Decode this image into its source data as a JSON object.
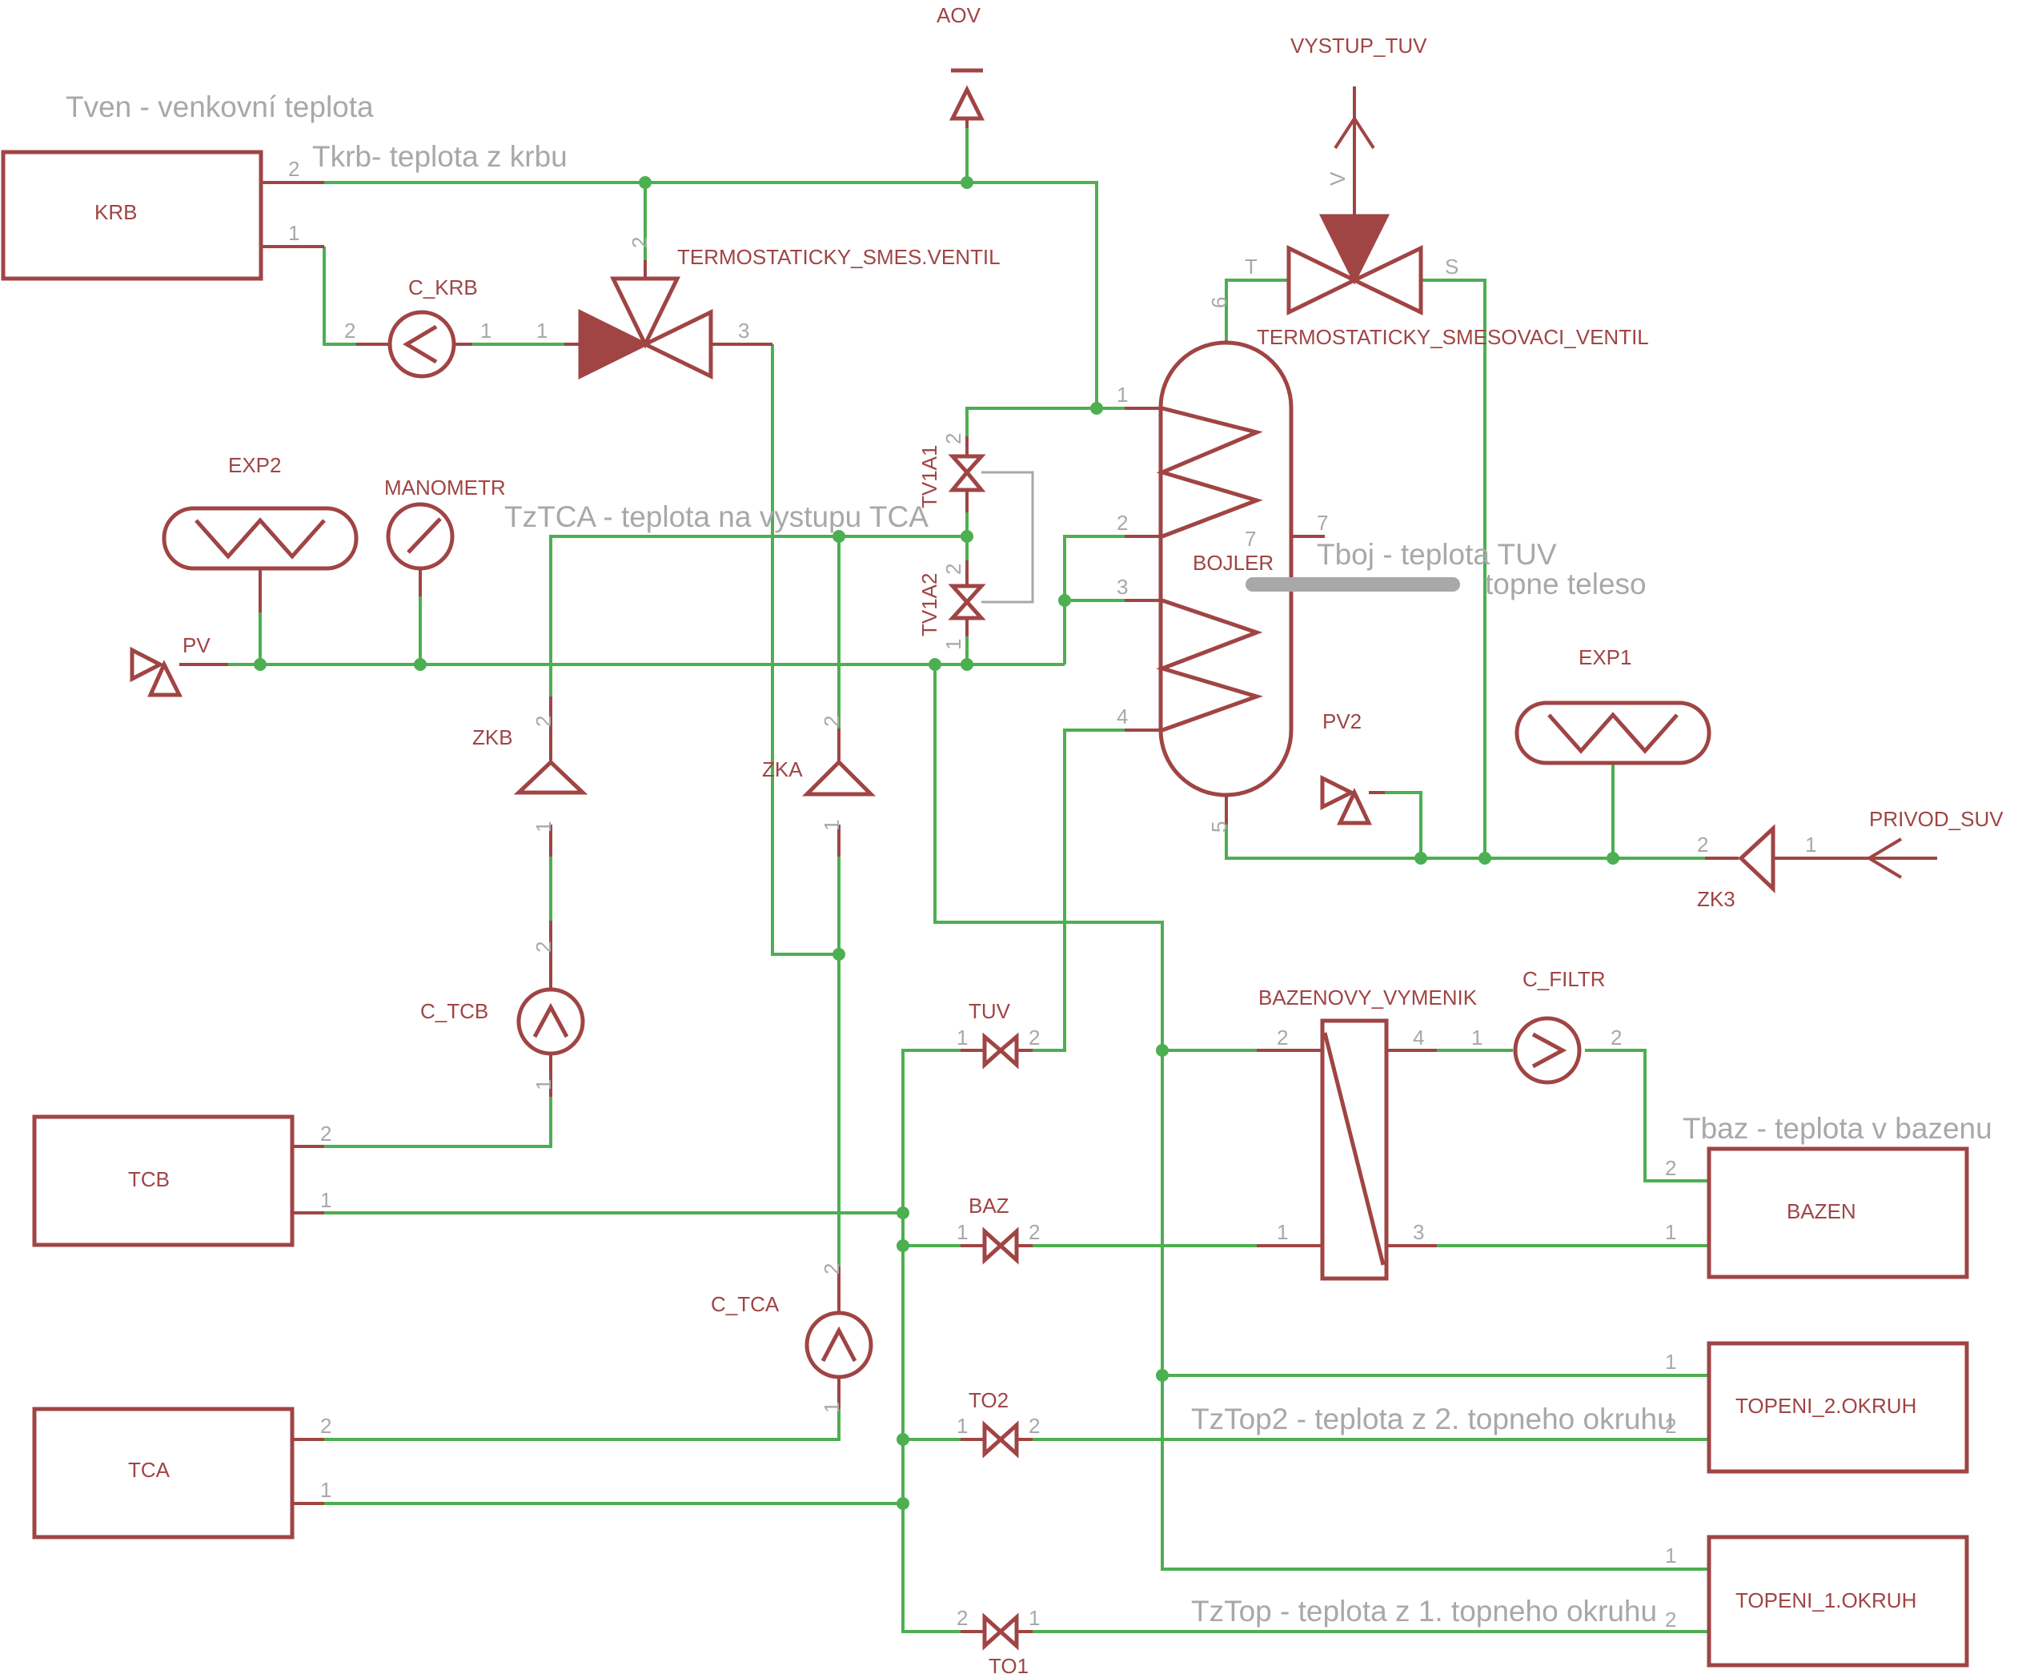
{
  "annotations": {
    "tven": "Tven - venkovní teplota",
    "tkrb": "Tkrb- teplota z krbu",
    "tztca": "TzTCA - teplota na vystupu TCA",
    "tboj": "Tboj - teplota TUV",
    "topne_teleso": "topne teleso",
    "tbaz": "Tbaz - teplota v bazenu",
    "tztop2": "TzTop2 - teplota z 2. topneho okruhu",
    "tztop": "TzTop - teplota z 1. topneho okruhu"
  },
  "components": {
    "aov": "AOV",
    "vystup_tuv": "VYSTUP_TUV",
    "krb": "KRB",
    "c_krb": "C_KRB",
    "smes_ventil": "TERMOSTATICKY_SMES.VENTIL",
    "smesovaci_ventil": "TERMOSTATICKY_SMESOVACI_VENTIL",
    "exp2": "EXP2",
    "manometr": "MANOMETR",
    "pv": "PV",
    "tv1a1": "TV1A1",
    "tv1a2": "TV1A2",
    "bojler": "BOJLER",
    "zkb": "ZKB",
    "zka": "ZKA",
    "pv2": "PV2",
    "exp1": "EXP1",
    "privod_suv": "PRIVOD_SUV",
    "zk3": "ZK3",
    "c_tcb": "C_TCB",
    "tuv": "TUV",
    "bazenovy_vymenik": "BAZENOVY_VYMENIK",
    "c_filtr": "C_FILTR",
    "tcb": "TCB",
    "baz": "BAZ",
    "bazen": "BAZEN",
    "c_tca": "C_TCA",
    "topeni_2": "TOPENI_2.OKRUH",
    "to2": "TO2",
    "tca": "TCA",
    "topeni_1": "TOPENI_1.OKRUH",
    "to1": "TO1"
  },
  "pins": {
    "one": "1",
    "two": "2",
    "three": "3",
    "four": "4",
    "five": "5",
    "six": "6",
    "seven": "7",
    "t": "T",
    "s": "S",
    "v": "V"
  },
  "colors": {
    "component": "#a04444",
    "wire": "#4caf50",
    "annotation": "#a8a8a8"
  }
}
